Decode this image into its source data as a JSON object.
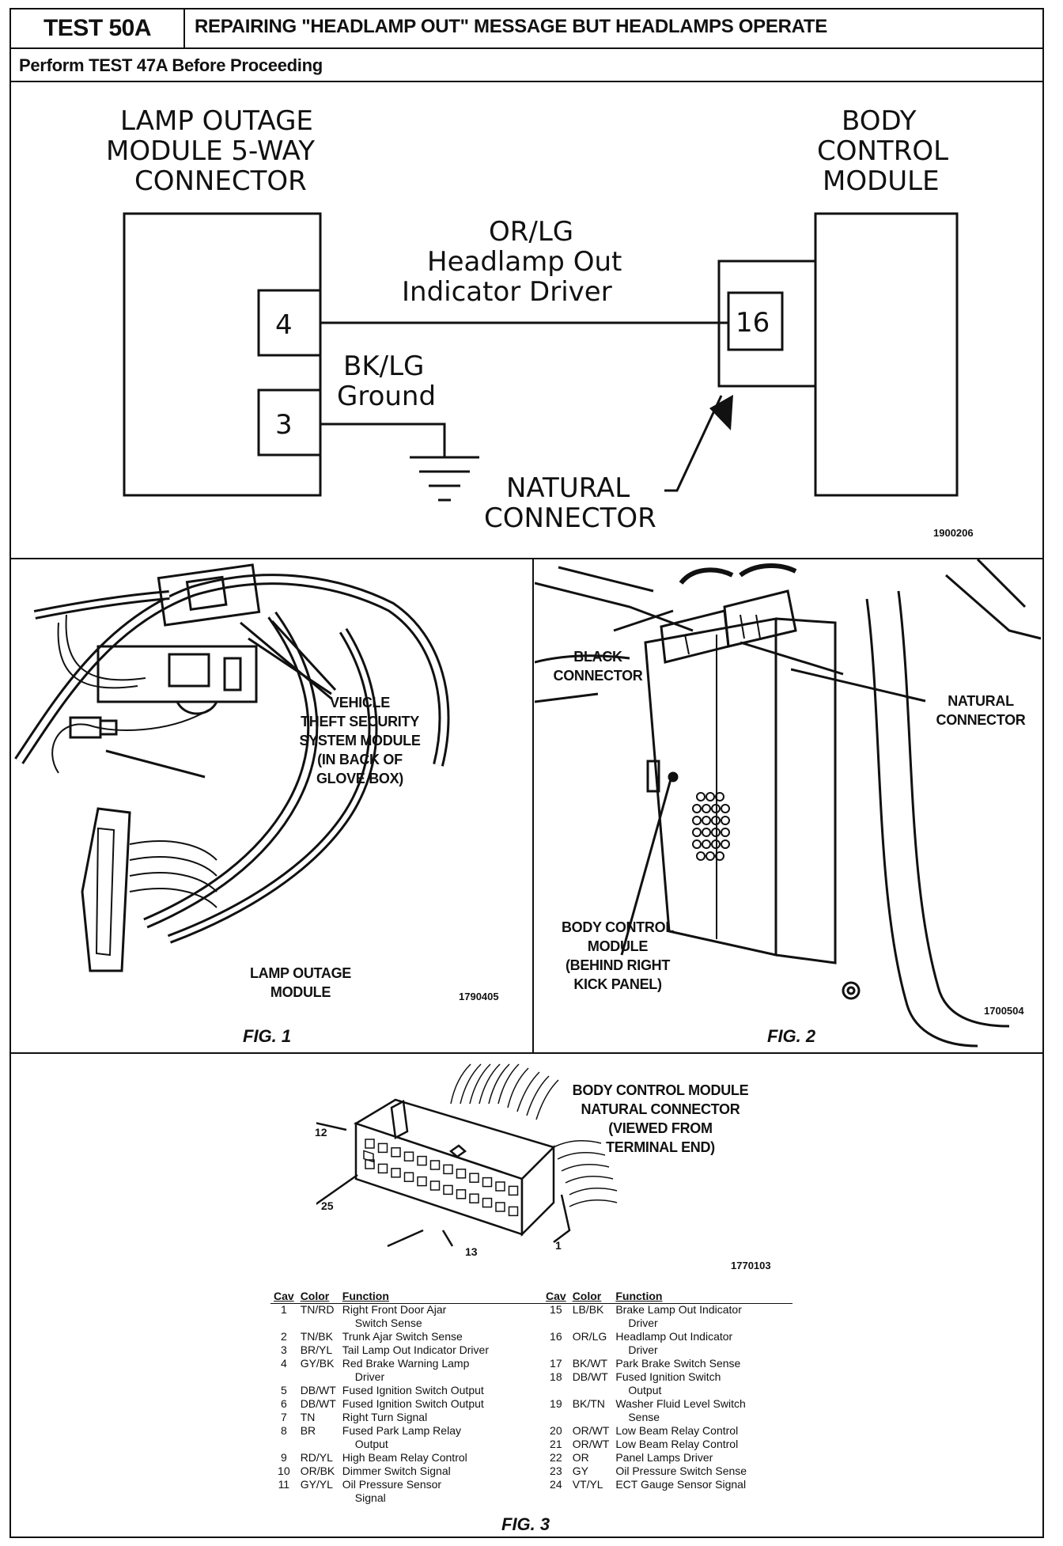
{
  "header": {
    "test_id": "TEST 50A",
    "title": "REPAIRING \"HEADLAMP OUT\" MESSAGE BUT HEADLAMPS OPERATE",
    "subtitle": "Perform TEST 47A Before Proceeding"
  },
  "schematic": {
    "left_module": {
      "line1": "LAMP OUTAGE",
      "line2": "MODULE 5-WAY",
      "line3": "CONNECTOR"
    },
    "right_module": {
      "line1": "BODY",
      "line2": "CONTROL",
      "line3": "MODULE"
    },
    "pin_4": "4",
    "pin_3": "3",
    "pin_16": "16",
    "wire_1": {
      "color": "OR/LG",
      "name_line1": "Headlamp Out",
      "name_line2": "Indicator Driver"
    },
    "wire_2": {
      "color": "BK/LG",
      "name": "Ground"
    },
    "natural_connector": {
      "line1": "NATURAL",
      "line2": "CONNECTOR"
    },
    "figure_id": "1900206"
  },
  "fig1": {
    "label": "FIG. 1",
    "callout_vts": [
      "VEHICLE",
      "THEFT SECURITY",
      "SYSTEM MODULE",
      "(IN BACK OF",
      "GLOVE BOX)"
    ],
    "callout_lom": [
      "LAMP OUTAGE",
      "MODULE"
    ],
    "figure_id": "1790405"
  },
  "fig2": {
    "label": "FIG. 2",
    "callout_black": [
      "BLACK",
      "CONNECTOR"
    ],
    "callout_natural": [
      "NATURAL",
      "CONNECTOR"
    ],
    "callout_bcm": [
      "BODY CONTROL",
      "MODULE",
      "(BEHIND RIGHT",
      "KICK PANEL)"
    ],
    "figure_id": "1700504"
  },
  "fig3": {
    "label": "FIG. 3",
    "title": [
      "BODY CONTROL MODULE",
      "NATURAL CONNECTOR",
      "(VIEWED FROM",
      "TERMINAL END)"
    ],
    "pin_labels": {
      "p12": "12",
      "p25": "25",
      "p13": "13",
      "p1": "1"
    },
    "figure_id": "1770103",
    "columns": [
      "Cav",
      "Color",
      "Function"
    ],
    "left_rows": [
      {
        "cav": "1",
        "color": "TN/RD",
        "function": "Right Front Door Ajar",
        "cont": "Switch Sense"
      },
      {
        "cav": "2",
        "color": "TN/BK",
        "function": "Trunk Ajar Switch Sense",
        "cont": ""
      },
      {
        "cav": "3",
        "color": "BR/YL",
        "function": "Tail Lamp Out Indicator Driver",
        "cont": ""
      },
      {
        "cav": "4",
        "color": "GY/BK",
        "function": "Red Brake Warning Lamp",
        "cont": "Driver"
      },
      {
        "cav": "5",
        "color": "DB/WT",
        "function": "Fused Ignition Switch Output",
        "cont": ""
      },
      {
        "cav": "6",
        "color": "DB/WT",
        "function": "Fused Ignition Switch Output",
        "cont": ""
      },
      {
        "cav": "7",
        "color": "TN",
        "function": "Right Turn Signal",
        "cont": ""
      },
      {
        "cav": "8",
        "color": "BR",
        "function": "Fused Park Lamp Relay",
        "cont": "Output"
      },
      {
        "cav": "9",
        "color": "RD/YL",
        "function": "High Beam Relay Control",
        "cont": ""
      },
      {
        "cav": "10",
        "color": "OR/BK",
        "function": "Dimmer Switch Signal",
        "cont": ""
      },
      {
        "cav": "11",
        "color": "GY/YL",
        "function": "Oil Pressure Sensor",
        "cont": "Signal"
      }
    ],
    "right_rows": [
      {
        "cav": "15",
        "color": "LB/BK",
        "function": "Brake Lamp Out Indicator",
        "cont": "Driver"
      },
      {
        "cav": "16",
        "color": "OR/LG",
        "function": "Headlamp Out Indicator",
        "cont": "Driver"
      },
      {
        "cav": "17",
        "color": "BK/WT",
        "function": "Park Brake Switch Sense",
        "cont": ""
      },
      {
        "cav": "18",
        "color": "DB/WT",
        "function": "Fused Ignition Switch",
        "cont": "Output"
      },
      {
        "cav": "19",
        "color": "BK/TN",
        "function": "Washer Fluid Level Switch",
        "cont": "Sense"
      },
      {
        "cav": "20",
        "color": "OR/WT",
        "function": "Low Beam Relay Control",
        "cont": ""
      },
      {
        "cav": "21",
        "color": "OR/WT",
        "function": "Low Beam Relay Control",
        "cont": ""
      },
      {
        "cav": "22",
        "color": "OR",
        "function": "Panel Lamps Driver",
        "cont": ""
      },
      {
        "cav": "23",
        "color": "GY",
        "function": "Oil Pressure Switch Sense",
        "cont": ""
      },
      {
        "cav": "24",
        "color": "VT/YL",
        "function": "ECT Gauge Sensor Signal",
        "cont": ""
      }
    ]
  }
}
